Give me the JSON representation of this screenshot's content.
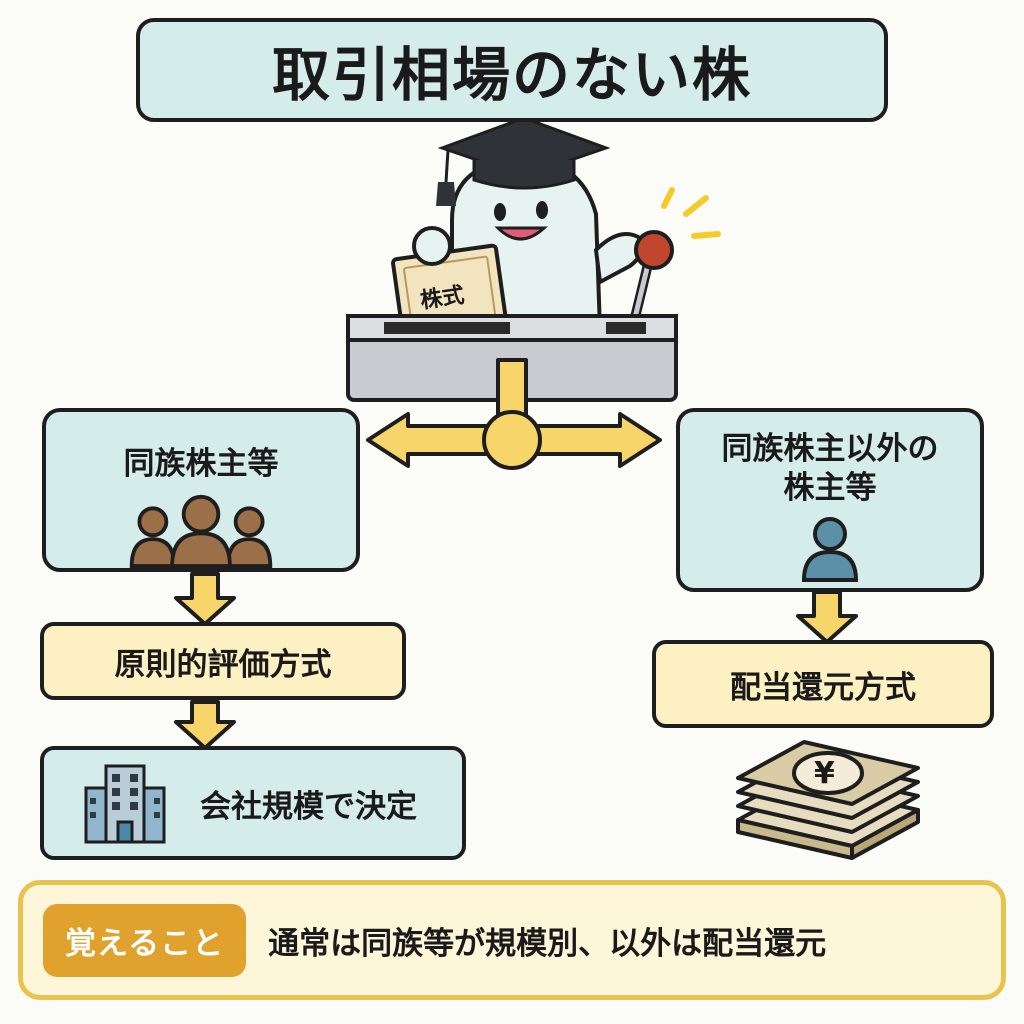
{
  "title": "取引相場のない株",
  "certificate_label": "株式",
  "left": {
    "group": "同族株主等",
    "method": "原則的評価方式",
    "result": "会社規模で決定"
  },
  "right": {
    "group_line1": "同族株主以外の",
    "group_line2": "株主等",
    "method": "配当還元方式",
    "money_symbol": "¥"
  },
  "memo": {
    "badge": "覚えること",
    "text": "通常は同族等が規模別、以外は配当還元"
  },
  "colors": {
    "teal": "#d4ecea",
    "cream": "#fdf0c2",
    "arrow_yellow": "#f7d56a",
    "badge_orange": "#e0a22d",
    "person_brown": "#9b7048",
    "person_blue": "#5c8fa8"
  }
}
